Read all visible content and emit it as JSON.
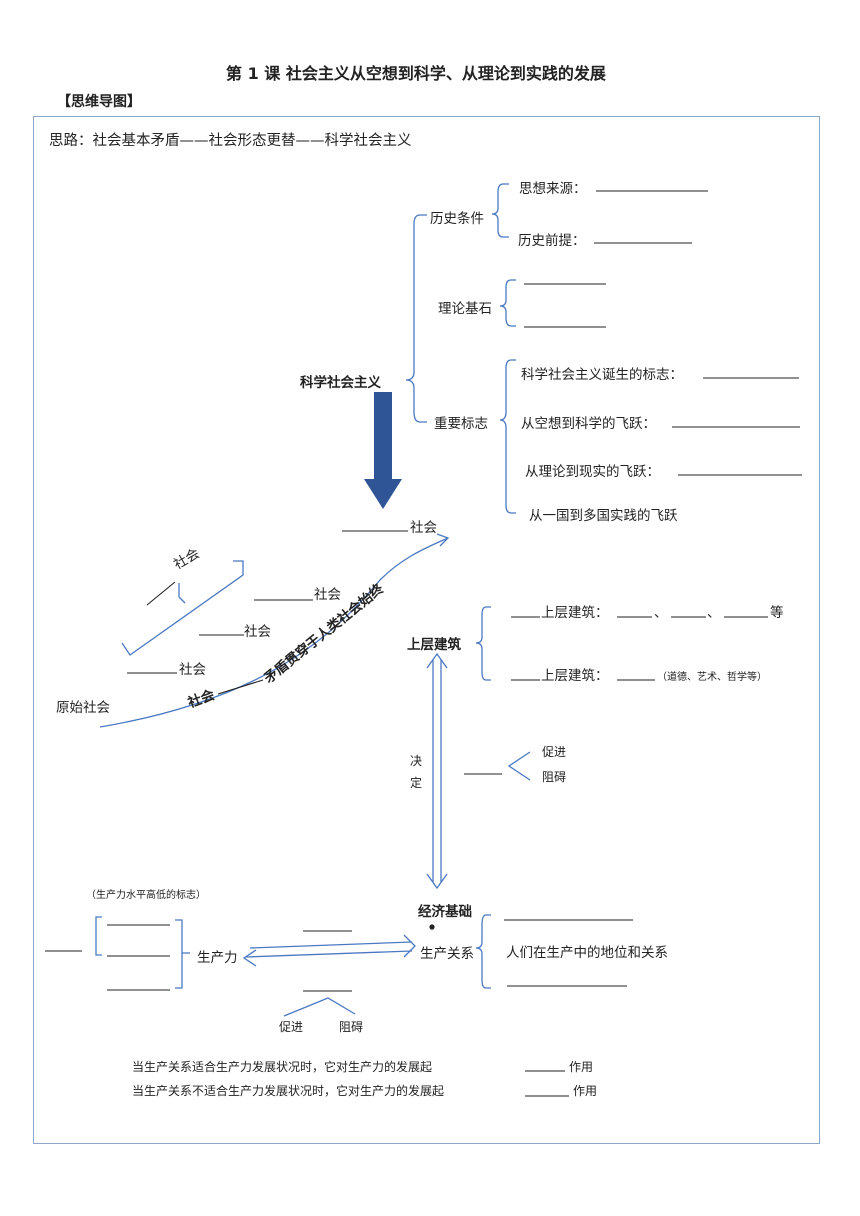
{
  "page": {
    "title": "第 1 课  社会主义从空想到科学、从理论到实践的发展",
    "section": "【思维导图】"
  },
  "map": {
    "thought_line": "思路：社会基本矛盾——社会形态更替——科学社会主义",
    "scientific_socialism": "科学社会主义",
    "historical_conditions": "历史条件",
    "ideological_source": "思想来源：",
    "historical_premise": "历史前提：",
    "theoretical_foundation": "理论基石",
    "important_marks": "重要标志",
    "mark_birth": "科学社会主义诞生的标志：",
    "mark_utopia_science": "从空想到科学的飞跃：",
    "mark_theory_reality": "从理论到现实的飞跃：",
    "mark_one_to_many": "从一国到多国实践的飞跃",
    "society_top": "社会",
    "society_a": "社会",
    "society_b": "社会",
    "society_c": "社会",
    "society_d": "社会",
    "society_e": "社会",
    "contradiction_text": "矛盾贯穿于人类社会始终",
    "primitive_society": "原始社会",
    "superstructure": "上层建筑",
    "superstructure_row1_label": "上层建筑：",
    "superstructure_row1_sep1": "、",
    "superstructure_row1_sep2": "、",
    "superstructure_row1_tail": "等",
    "superstructure_row2_label": "上层建筑：",
    "superstructure_row2_note": "（道德、艺术、哲学等）",
    "decide_char1": "决",
    "decide_char2": "定",
    "react_promote": "促进",
    "react_hinder": "阻碍",
    "productivity_level_note": "（生产力水平高低的标志）",
    "economic_base": "经济基础",
    "productive_forces": "生产力",
    "relations_of_production": "生产关系",
    "relations_desc": "人们在生产中的地位和关系",
    "bottom_promote": "促进",
    "bottom_hinder": "阻碍",
    "rule1_pre": "当生产关系适合生产力发展状况时，它对生产力的发展起",
    "rule1_post": "作用",
    "rule2_pre": "当生产关系不适合生产力发展状况时，它对生产力的发展起",
    "rule2_post": "作用"
  }
}
